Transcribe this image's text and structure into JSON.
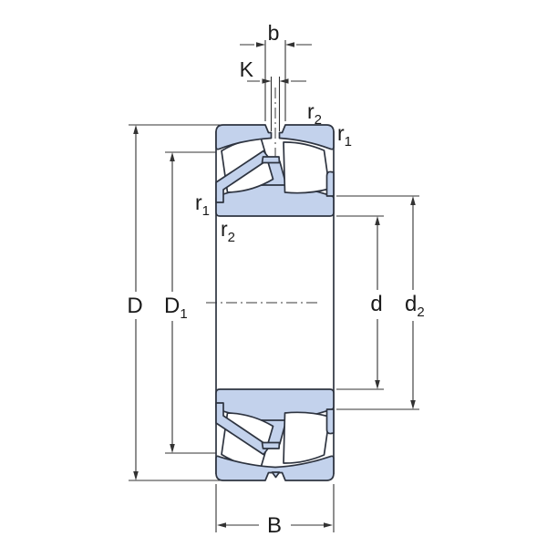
{
  "figure": {
    "title": "Spherical roller bearing cross-section with boundary dimensions",
    "view": "axial cross-section, horizontal centre axis"
  },
  "colors": {
    "background": "#ffffff",
    "part_fill": "#c3d2ec",
    "part_outline": "#2e3440",
    "roller_fill": "#ffffff",
    "dimension_line": "#333333",
    "label_text": "#1a1a1a"
  },
  "dimensions": {
    "b": {
      "base": "b"
    },
    "K": {
      "base": "K"
    },
    "r2_top": {
      "base": "r",
      "sub": "2"
    },
    "r1_top": {
      "base": "r",
      "sub": "1"
    },
    "r1_left": {
      "base": "r",
      "sub": "1"
    },
    "r2_left": {
      "base": "r",
      "sub": "2"
    },
    "D": {
      "base": "D"
    },
    "D1": {
      "base": "D",
      "sub": "1"
    },
    "d": {
      "base": "d"
    },
    "d2": {
      "base": "d",
      "sub": "2"
    },
    "B": {
      "base": "B"
    }
  }
}
